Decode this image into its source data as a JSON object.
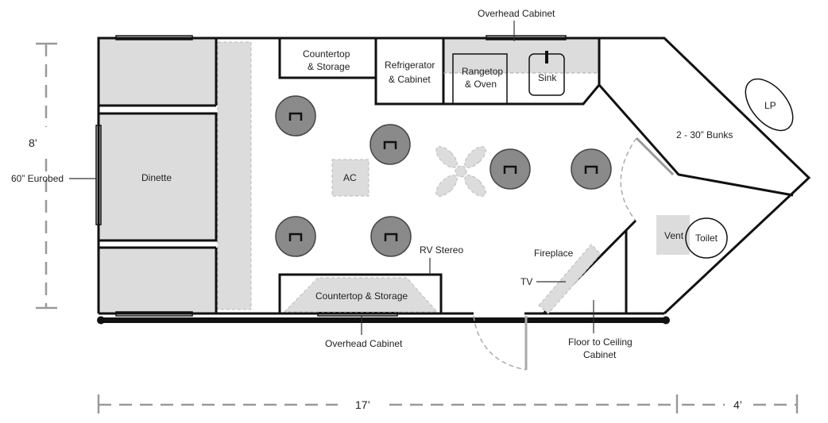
{
  "labels": {
    "overhead_cabinet_top": "Overhead Cabinet",
    "countertop_storage_top": [
      "Countertop",
      "& Storage"
    ],
    "refrigerator": [
      "Refrigerator",
      "& Cabinet"
    ],
    "rangetop": [
      "Rangetop",
      "& Oven"
    ],
    "sink": "Sink",
    "lp": "LP",
    "bunks": "2 - 30” Bunks",
    "eurobed": "60” Eurobed",
    "dinette": "Dinette",
    "ac": "AC",
    "vent": "Vent",
    "toilet": "Toilet",
    "rv_stereo": "RV Stereo",
    "fireplace": "Fireplace",
    "tv": "TV",
    "countertop_storage_bottom": "Countertop & Storage",
    "overhead_cabinet_bottom": "Overhead Cabinet",
    "floor_cabinet": [
      "Floor to Ceiling",
      "Cabinet"
    ]
  },
  "dimensions": {
    "height": "8’",
    "length": "17’",
    "nose": "4’"
  },
  "colors": {
    "wall": "#111111",
    "furniture_fill": "#dcdcdc",
    "stool_fill": "#8a8a8a",
    "dimension_line": "#999999"
  }
}
